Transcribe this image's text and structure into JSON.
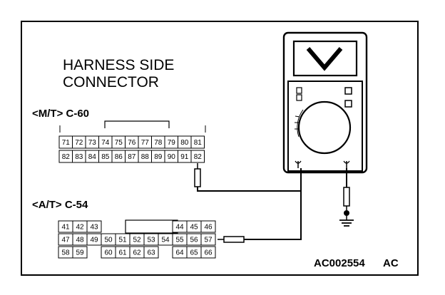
{
  "title_line1": "HARNESS SIDE",
  "title_line2": "CONNECTOR",
  "connector_mt": {
    "label": "<M/T> C-60",
    "top_row": [
      "71",
      "72",
      "73",
      "74",
      "75",
      "76",
      "77",
      "78",
      "79",
      "80",
      "81"
    ],
    "bottom_row": [
      "82",
      "83",
      "84",
      "85",
      "86",
      "87",
      "88",
      "89",
      "90",
      "91",
      "82"
    ]
  },
  "connector_at": {
    "label": "<A/T> C-54",
    "row1_left": [
      "41",
      "42",
      "43"
    ],
    "row1_right": [
      "44",
      "45",
      "46"
    ],
    "row2": [
      "47",
      "48",
      "49",
      "50",
      "51",
      "52",
      "53",
      "54",
      "55",
      "56",
      "57"
    ],
    "row3_left": [
      "58",
      "59"
    ],
    "row3_mid": [
      "60",
      "61",
      "62",
      "63"
    ],
    "row3_right": [
      "64",
      "65",
      "66"
    ]
  },
  "meter": {
    "display_icon": "voltmeter-v-icon"
  },
  "ground_icon": "ground-symbol-icon",
  "figure_code": "AC002554",
  "figure_suffix": "AC",
  "colors": {
    "line": "#000000",
    "background": "#ffffff"
  }
}
